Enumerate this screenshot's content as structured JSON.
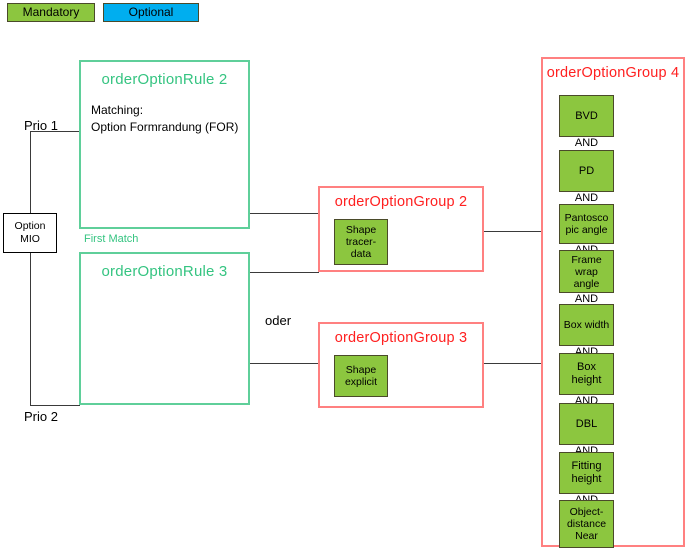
{
  "legend": {
    "mandatory": {
      "label": "Mandatory",
      "color": "#8CC63F"
    },
    "optional": {
      "label": "Optional",
      "color": "#00AEEF"
    }
  },
  "root": {
    "label_line1": "Option",
    "label_line2": "MIO"
  },
  "branches": {
    "prio1_label": "Prio 1",
    "prio2_label": "Prio 2",
    "first_match_label": "First Match",
    "oder_label": "oder"
  },
  "rules": [
    {
      "title": "orderOptionRule 2",
      "body_line1": "Matching:",
      "body_line2": "Option Formrandung (FOR)",
      "border_color": "#5FCF9A",
      "title_color": "#35C481"
    },
    {
      "title": "orderOptionRule 3",
      "body_line1": "",
      "body_line2": "",
      "border_color": "#5FCF9A",
      "title_color": "#35C481"
    }
  ],
  "groups": [
    {
      "title": "orderOptionGroup 2",
      "border_color": "#FF8080",
      "title_color": "#FF2020",
      "items": [
        "Shape\ntracer-\ndata"
      ]
    },
    {
      "title": "orderOptionGroup 3",
      "border_color": "#FF8080",
      "title_color": "#FF2020",
      "items": [
        "Shape\nexplicit"
      ]
    },
    {
      "title": "orderOptionGroup 4",
      "border_color": "#FF8080",
      "title_color": "#FF2020",
      "connector_label": "AND",
      "items": [
        "BVD",
        "PD",
        "Pantosco\npic angle",
        "Frame\nwrap\nangle",
        "Box width",
        "Box\nheight",
        "DBL",
        "Fitting\nheight",
        "Object-\ndistance\nNear"
      ]
    }
  ]
}
